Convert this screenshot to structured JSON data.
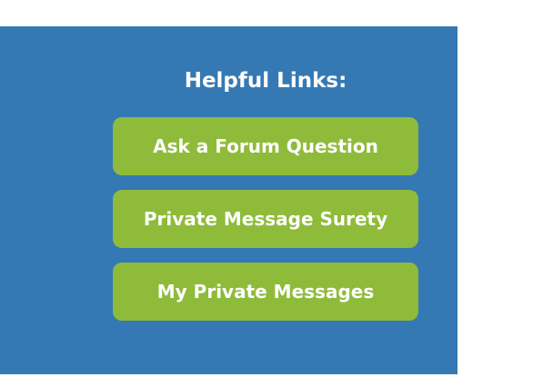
{
  "panel": {
    "title": "Helpful Links:",
    "links": [
      {
        "label": "Ask a Forum Question"
      },
      {
        "label": "Private Message Surety"
      },
      {
        "label": "My Private Messages"
      }
    ]
  },
  "colors": {
    "panel_background": "#3479b4",
    "button_background": "#8fbb3b",
    "text": "#ffffff",
    "page_background": "#ffffff"
  }
}
